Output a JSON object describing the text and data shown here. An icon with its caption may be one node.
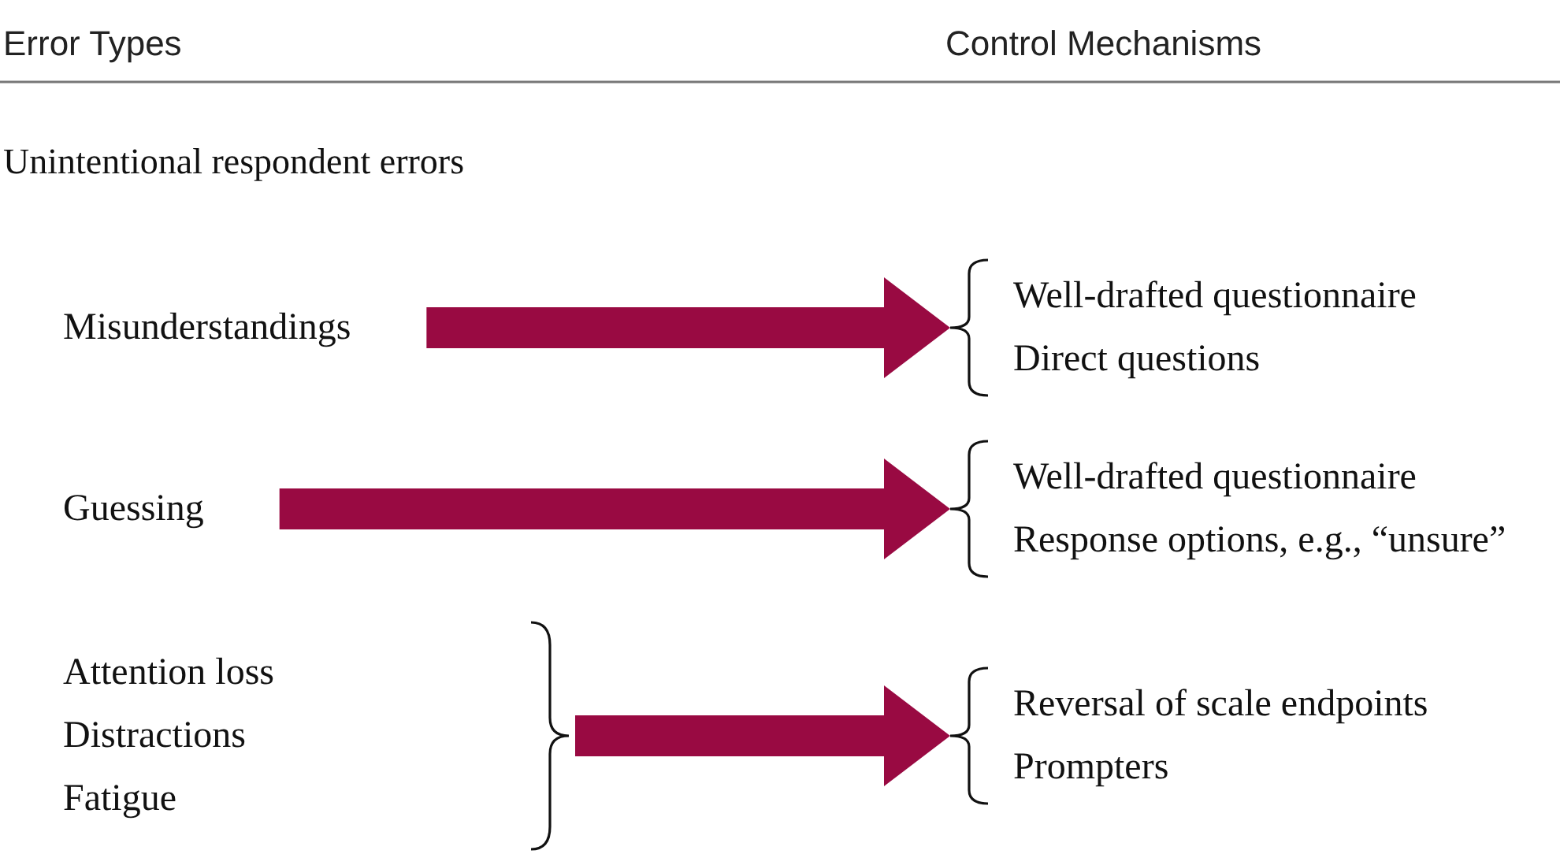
{
  "diagram": {
    "nodes": [
      {
        "text": [
          "Misunderstandings"
        ]
      },
      {
        "text": [
          "Well-drafted questionnaire",
          "Direct questions"
        ]
      },
      {
        "text": [
          "Guessing"
        ]
      },
      {
        "text": [
          "Well-drafted questionnaire",
          "Response options, e.g., “unsure”"
        ]
      },
      {
        "text": [
          "Attention loss",
          "Distractions",
          "Fatigue"
        ]
      },
      {
        "text": [
          "Reversal of scale endpoints",
          "Prompters"
        ]
      }
    ],
    "edges": [
      {
        "from": 0,
        "to": 1,
        "arrow": "to"
      },
      {
        "from": 2,
        "to": 3,
        "arrow": "to"
      },
      {
        "from": 4,
        "to": 5,
        "arrow": "to"
      }
    ],
    "labels": [
      "Error Types",
      "Control Mechanisms",
      "Unintentional respondent errors"
    ]
  }
}
